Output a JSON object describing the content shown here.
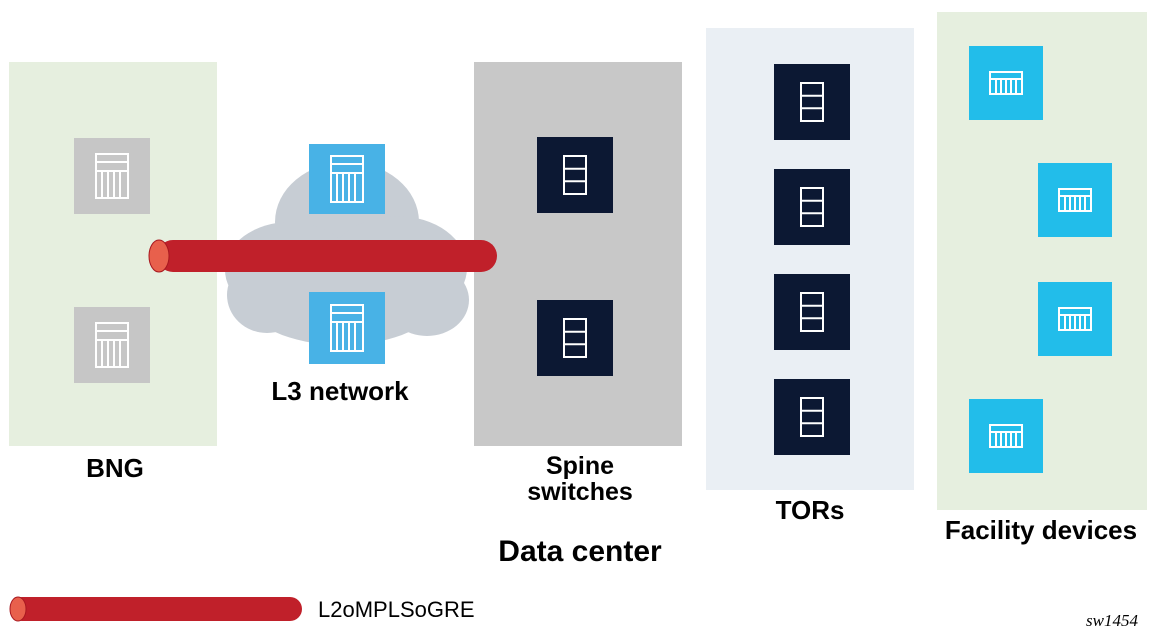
{
  "labels": {
    "bng": "BNG",
    "l3_network": "L3 network",
    "spine_line1": "Spine",
    "spine_line2": "switches",
    "data_center": "Data center",
    "tors": "TORs",
    "facility_devices": "Facility devices"
  },
  "legend": {
    "tunnel_label": "L2oMPLSoGRE"
  },
  "figure_id": "sw1454",
  "colors": {
    "bng_panel": "#e6efdf",
    "spine_panel": "#c8c8c8",
    "tor_panel": "#eaeff4",
    "facility_panel": "#e6efdf",
    "cloud": "#c7cdd4",
    "tunnel": "#c0202a",
    "tunnel_end": "#e8604c",
    "router_gray": "#c6c6c6",
    "router_blue": "#48b2e6",
    "switch_dark": "#0c1833",
    "device_cyan": "#22bdea"
  },
  "icons": {
    "bng_router": "router-icon",
    "l3_router": "router-icon",
    "spine_switch": "switch-icon",
    "tor_switch": "switch-icon",
    "facility_device": "device-icon"
  }
}
